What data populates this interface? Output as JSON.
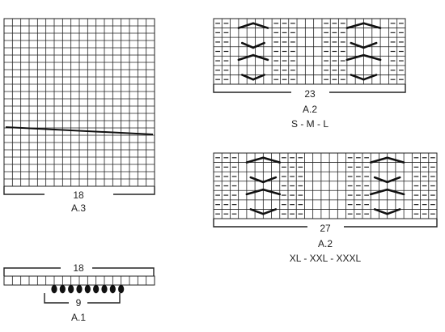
{
  "diagrams": {
    "a3": {
      "name": "A.3",
      "width": "18",
      "cols": 18,
      "rows": 23
    },
    "a2_small": {
      "name": "A.2",
      "width": "23",
      "sizes": "S - M - L",
      "cols": 23,
      "rows": 7
    },
    "a2_large": {
      "name": "A.2",
      "width": "27",
      "sizes": "XL - XXL - XXXL",
      "cols": 27,
      "rows": 7
    },
    "a1": {
      "name": "A.1",
      "width": "18",
      "inner_width": "9",
      "cols": 18,
      "rows": 1,
      "bobbles": 9
    }
  },
  "colors": {
    "ink": "#222222",
    "background": "#ffffff"
  }
}
